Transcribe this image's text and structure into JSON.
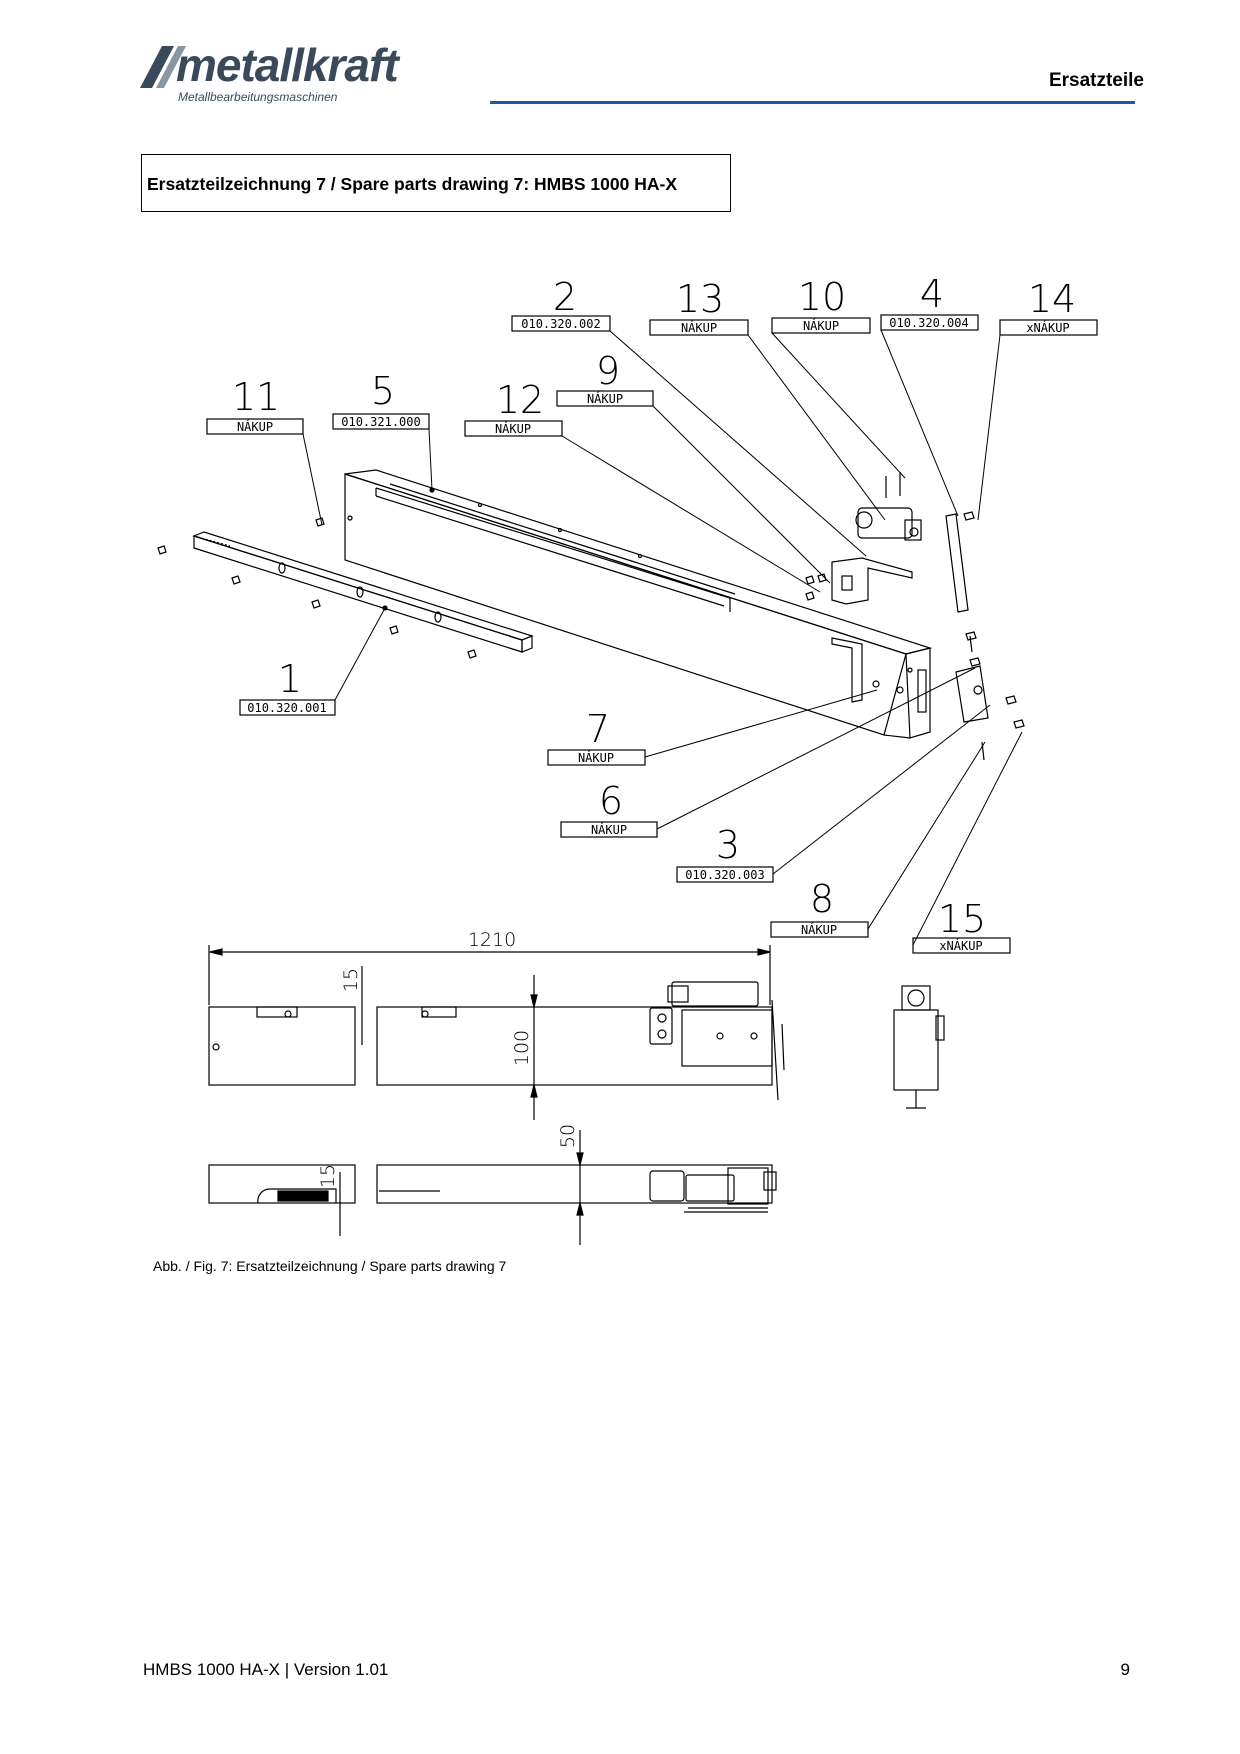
{
  "header": {
    "logo_text": "metallkraft",
    "logo_subtitle": "Metallbearbeitungsmaschinen",
    "section_title": "Ersatzteile"
  },
  "title": "Ersatzteilzeichnung 7 / Spare parts drawing 7: HMBS 1000 HA-X",
  "parts": [
    {
      "num": "2",
      "label": "010.320.002"
    },
    {
      "num": "13",
      "label": "NÁKUP"
    },
    {
      "num": "10",
      "label": "NÁKUP"
    },
    {
      "num": "4",
      "label": "010.320.004"
    },
    {
      "num": "14",
      "label": "xNÁKUP"
    },
    {
      "num": "9",
      "label": "NÁKUP"
    },
    {
      "num": "11",
      "label": "NÁKUP"
    },
    {
      "num": "5",
      "label": "010.321.000"
    },
    {
      "num": "12",
      "label": "NÁKUP"
    },
    {
      "num": "1",
      "label": "010.320.001"
    },
    {
      "num": "7",
      "label": "NÁKUP"
    },
    {
      "num": "6",
      "label": "NÁKUP"
    },
    {
      "num": "3",
      "label": "010.320.003"
    },
    {
      "num": "8",
      "label": "NÁKUP"
    },
    {
      "num": "15",
      "label": "xNÁKUP"
    }
  ],
  "dimensions": {
    "length": "1210",
    "d15a": "15",
    "d100": "100",
    "d50": "50",
    "d15b": "15"
  },
  "caption": "Abb. / Fig. 7: Ersatzteilzeichnung / Spare parts drawing 7",
  "footer": {
    "left": "HMBS 1000 HA-X | Version 1.01",
    "page": "9"
  },
  "colors": {
    "logo": "#3b4a5a",
    "rule": "#1f5a96"
  }
}
